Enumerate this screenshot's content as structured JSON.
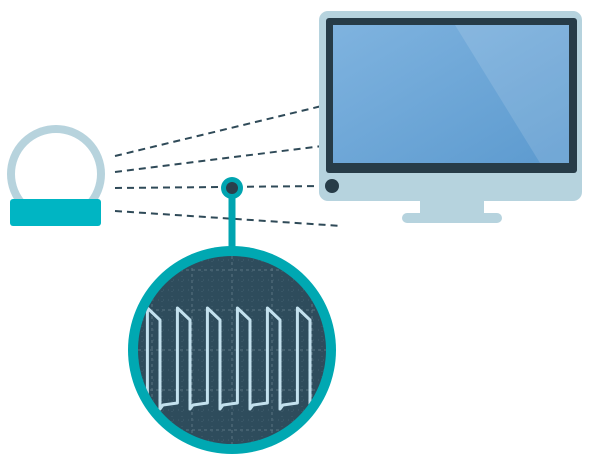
{
  "diagram": {
    "sensor": {
      "icon": "current-clamp-sensor-icon"
    },
    "monitor": {
      "icon": "desktop-monitor-icon"
    },
    "probe": {
      "icon": "probe-connector-icon"
    },
    "scope": {
      "icon": "oscilloscope-magnifier-icon",
      "waveform": "square-wave",
      "pulse_count": 6
    },
    "links": {
      "count": 4,
      "style": "dashed"
    }
  },
  "colors": {
    "background": "#ffffff",
    "sensor_ring": "#b7d3dd",
    "sensor_base": "#00b5c3",
    "monitor_bezel": "#b6d3de",
    "monitor_frame": "#273c48",
    "screen_light": "#7fb3df",
    "screen_dark": "#5c9acf",
    "stand": "#b6d3de",
    "power_button": "#273c48",
    "dash_line": "#2f4a58",
    "probe_stem": "#00a4b0",
    "probe_tip": "#2a3f4c",
    "scope_ring": "#00a8b2",
    "scope_face": "#2e4c5c",
    "grid_line": "#5a7482",
    "wave": "#c3e1ee"
  }
}
